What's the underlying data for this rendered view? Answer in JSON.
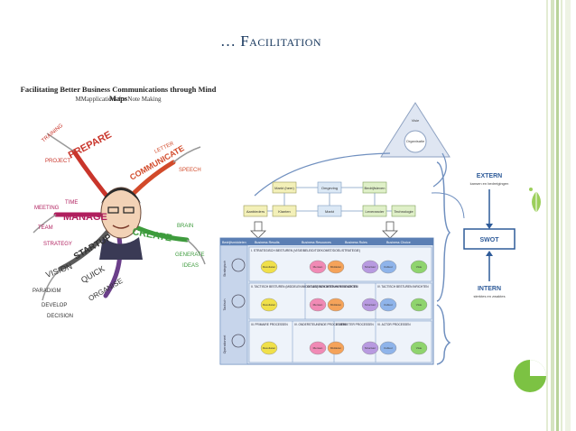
{
  "slide": {
    "title": "… Facilitation"
  },
  "mindmap": {
    "title": "Facilitating Better Business Communications through Mind Maps",
    "subtitle": "MMapplications for Note Making",
    "branches": [
      "PREPARE",
      "COMMUNICATE",
      "MANAGE",
      "CREATE",
      "STARTUP",
      "VISION",
      "QUICK",
      "ORGANISE"
    ],
    "minor_words": [
      "TRAINING",
      "PROJECT",
      "LETTER",
      "SPEECH",
      "TIME",
      "MEETING",
      "TEAM",
      "STRATEGY",
      "BRAIN",
      "GENERATE",
      "IDEAS",
      "PARADIGM",
      "DEVELOP",
      "DECISION"
    ]
  },
  "diagram": {
    "extern_label": "EXTERN",
    "extern_sub": "kansen en bedreigingen",
    "swot_label": "SWOT",
    "intern_label": "INTERN",
    "intern_sub": "sterktes en zwaktes",
    "top_nodes": [
      "Markt (heer)",
      "Omgeving",
      "Bedrijfsleven",
      "Aanbieders",
      "Klanten",
      "Markt",
      "Leverancier",
      "Technologie"
    ],
    "pyramid_labels": [
      "Visie",
      "Organisatie"
    ],
    "header_cells": [
      "Bedrijfsmiddelen",
      "Business Results",
      "Business Resources",
      "Business Rules",
      "Business Choice"
    ],
    "row_labels": [
      "Strategisch",
      "Tactisch",
      "Operationeel"
    ],
    "row_headers": [
      "I. STRATEGISCH BESTUREN (VISIE/BELEID/TOEKOMST/DOEL/STRATEGIE)",
      "II. TACTISCH BESTUREN",
      "III. PRIMAIRE PROCESSEN"
    ],
    "sub_headers": [
      [
        "II. TACTISCH BESTUREN (MIDDELEN/MIDDELEN) INRICHTEN en RESOURCES",
        "III. TACTISCH BESTUREN INRICHTEN",
        "IV. TACTISCH BESTUREN INRICHTEN"
      ],
      [
        "III. PRIMAIRE PROCESSEN",
        "IV. ONDERSTEUNENDE PROCESSEN",
        "V. VERBETER PROCESSEN",
        "VI. ACTOR PROCESSEN"
      ]
    ],
    "ovals": [
      "Resultaten",
      "Mensen",
      "Middelen",
      "Structuur",
      "Cultuur",
      "Visie"
    ]
  }
}
